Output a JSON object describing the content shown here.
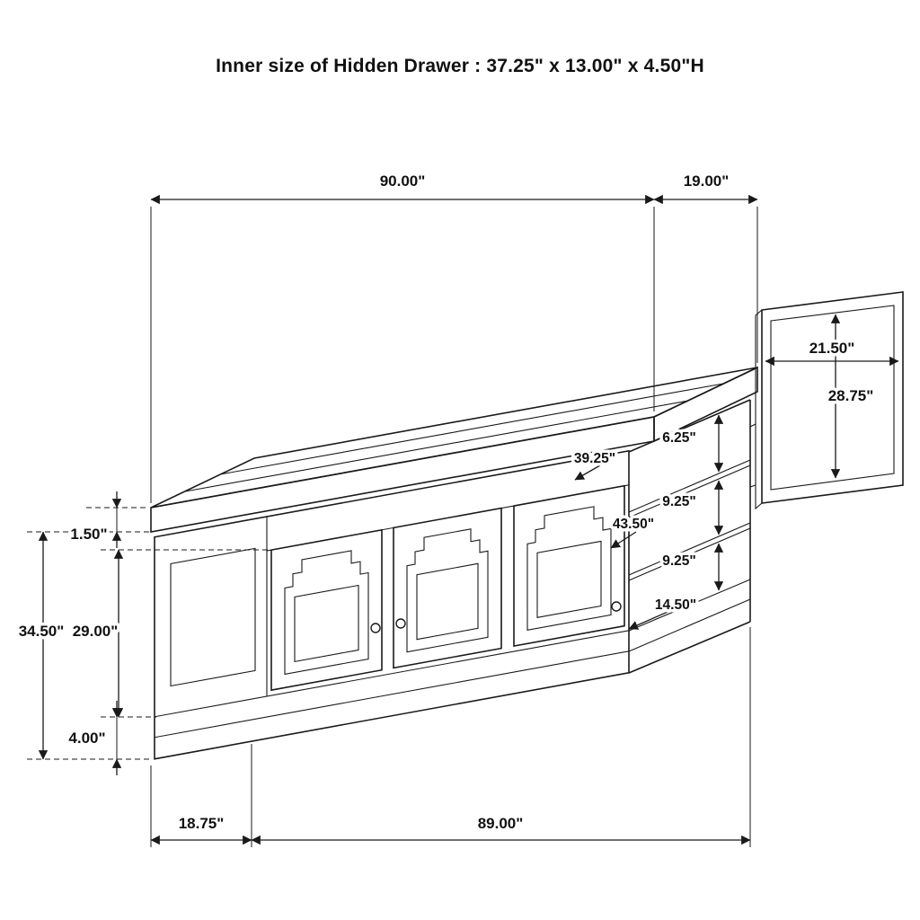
{
  "title": "Inner size of Hidden Drawer : 37.25\" x 13.00\" x 4.50\"H",
  "diagram": {
    "type": "furniture-dimension-drawing",
    "subject": "sideboard-with-hidden-drawer",
    "line_color": "#1a1a1a",
    "background": "#ffffff",
    "dims": {
      "top_length": "90.00\"",
      "top_depth": "19.00\"",
      "top_thickness": "1.50\"",
      "overall_height": "34.50\"",
      "door_height": "29.00\"",
      "base_height": "4.00\"",
      "side_depth": "18.75\"",
      "body_length": "89.00\"",
      "gap_top": "6.25\"",
      "inner_width_left": "39.25\"",
      "gap_middle": "9.25\"",
      "inner_width_right": "43.50\"",
      "gap_bottom": "9.25\"",
      "inner_depth": "14.50\"",
      "open_door_width": "21.50\"",
      "open_door_height": "28.75\""
    }
  }
}
